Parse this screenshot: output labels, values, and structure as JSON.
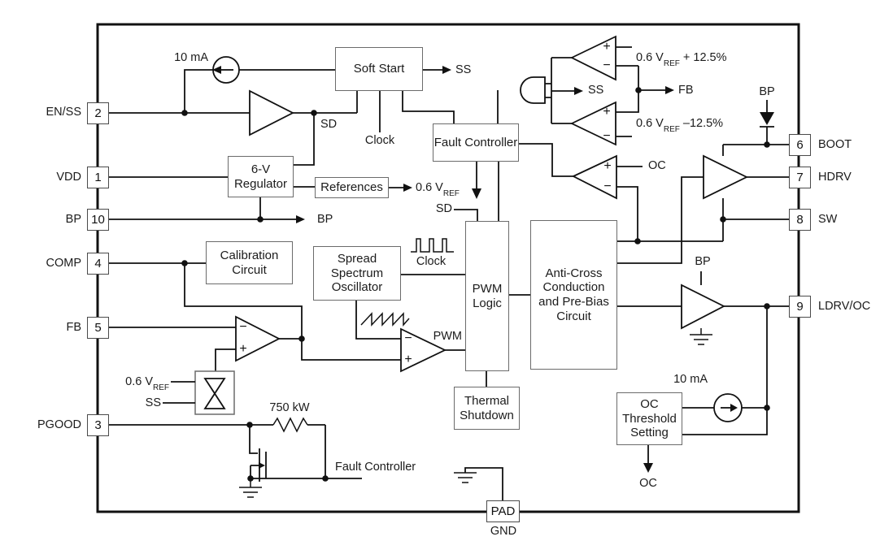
{
  "pins": {
    "en_ss": {
      "num": "2",
      "label": "EN/SS"
    },
    "vdd": {
      "num": "1",
      "label": "VDD"
    },
    "bp": {
      "num": "10",
      "label": "BP"
    },
    "comp": {
      "num": "4",
      "label": "COMP"
    },
    "fb": {
      "num": "5",
      "label": "FB"
    },
    "pgood": {
      "num": "3",
      "label": "PGOOD"
    },
    "boot": {
      "num": "6",
      "label": "BOOT"
    },
    "hdrv": {
      "num": "7",
      "label": "HDRV"
    },
    "sw": {
      "num": "8",
      "label": "SW"
    },
    "ldrv_oc": {
      "num": "9",
      "label": "LDRV/OC"
    },
    "pad": {
      "num": "PAD",
      "label": "GND"
    }
  },
  "blocks": {
    "soft_start": "Soft Start",
    "fault_controller": "Fault Controller",
    "regulator": "6-V Regulator",
    "references": "References",
    "calibration": "Calibration Circuit",
    "oscillator": "Spread Spectrum Oscillator",
    "pwm_logic": "PWM Logic",
    "anti_cross": "Anti-Cross Conduction and Pre-Bias Circuit",
    "thermal": "Thermal Shutdown",
    "oc_threshold": "OC Threshold Setting"
  },
  "labels": {
    "cs_top": "10 mA",
    "ss_out": "SS",
    "sd_top": "SD",
    "clock_top": "Clock",
    "vref_out": {
      "pre": "0.6 V",
      "sub": "REF"
    },
    "bp_out": "BP",
    "window_ss": "SS",
    "window_fb": "FB",
    "vref_plus": {
      "pre": "0.6 V",
      "sub": "REF",
      "post": " + 12.5%"
    },
    "vref_minus": {
      "pre": "0.6 V",
      "sub": "REF",
      "post": " –12.5%"
    },
    "oc_comp": "OC",
    "bp_diode": "BP",
    "sd_mid": "SD",
    "clock_mid": "Clock",
    "pwm": "PWM",
    "vref_ea": {
      "pre": "0.6 V",
      "sub": "REF"
    },
    "ss_ea": "SS",
    "resistor": "750 kW",
    "fault_ctrl_ref": "Fault Controller",
    "bp_lsdrv": "BP",
    "cs_oc": "10 mA",
    "oc_out": "OC",
    "gnd": "GND"
  },
  "signs": {
    "plus": "+",
    "minus": "−"
  },
  "colors": {
    "wire": "#111111",
    "block_border": "#6b6b6b",
    "background": "#ffffff"
  }
}
